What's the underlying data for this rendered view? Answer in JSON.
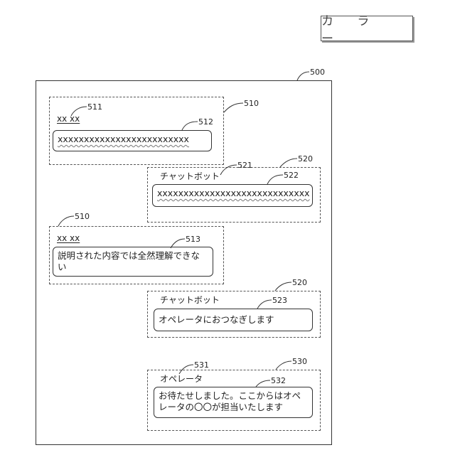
{
  "stamp_label": "カ ラ ー",
  "refs": {
    "r500": "500",
    "r510a": "510",
    "r511": "511",
    "r512": "512",
    "r520a": "520",
    "r521": "521",
    "r522": "522",
    "r510b": "510",
    "r513": "513",
    "r520b": "520",
    "r523": "523",
    "r530": "530",
    "r531": "531",
    "r532": "532"
  },
  "messages": [
    {
      "sender": "xx xx",
      "text": "xxxxxxxxxxxxxxxxxxxxxxxxx"
    },
    {
      "sender": "チャットボット",
      "text": "xxxxxxxxxxxxxxxxxxxxxxxxxxxxx"
    },
    {
      "sender": "xx xx",
      "text": "説明された内容では全然理解できない"
    },
    {
      "sender": "チャットボット",
      "text": "オペレータにおつなぎします"
    },
    {
      "sender": "オペレータ",
      "text": "お待たせしました。ここからはオペレータの〇〇が担当いたします"
    }
  ]
}
